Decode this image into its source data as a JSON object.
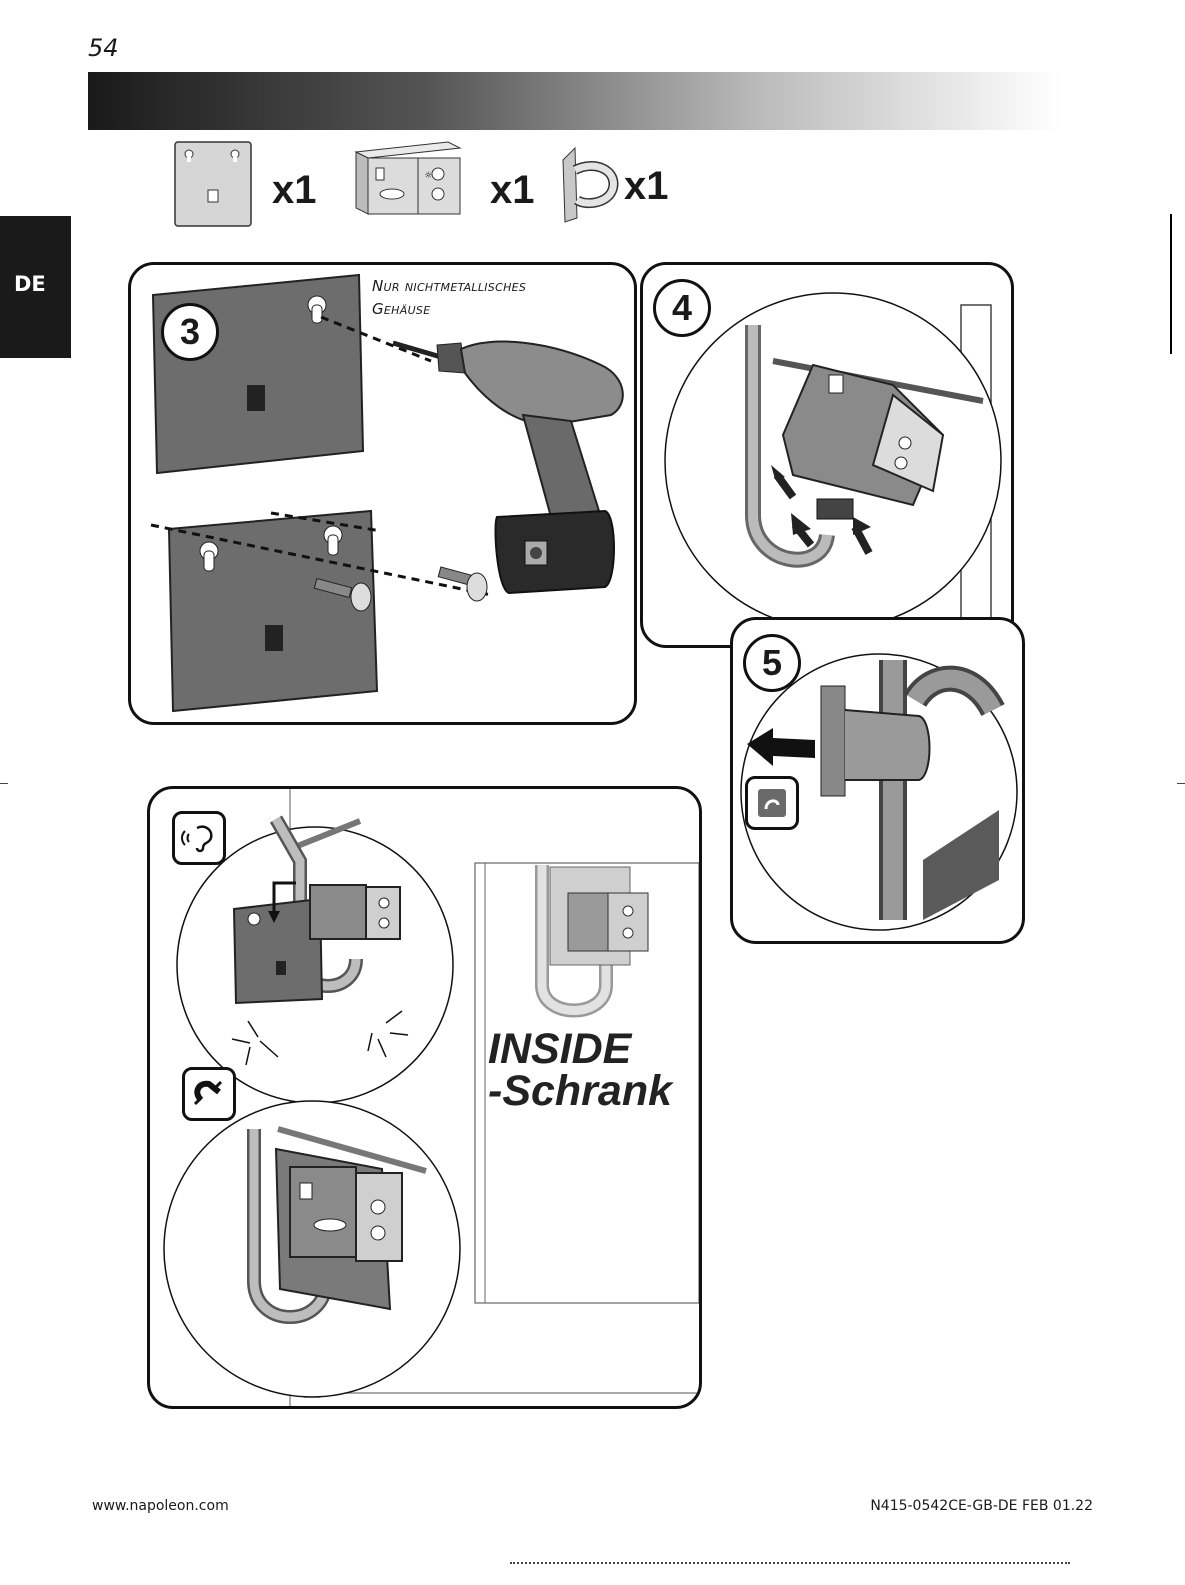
{
  "header": {
    "page_number": "54"
  },
  "lang_tab": {
    "label": "DE"
  },
  "parts": [
    {
      "name": "mounting-plate",
      "qty": "x1"
    },
    {
      "name": "control-box",
      "qty": "x1"
    },
    {
      "name": "wire-clip",
      "qty": "x1"
    }
  ],
  "steps": {
    "step3": {
      "number": "3",
      "note_line1": "Nur nichtmetallisches",
      "note_line2": "Gehäuse"
    },
    "step4": {
      "number": "4"
    },
    "step5": {
      "number": "5"
    }
  },
  "inside": {
    "line1": "INSIDE",
    "line2": "-Schrank"
  },
  "icons": [
    "drill-icon",
    "screw-icon",
    "ear-icon",
    "magnet-icon",
    "clip-icon",
    "arrow-icon"
  ],
  "footer": {
    "website": "www.napoleon.com",
    "doc_code": "N415-0542CE-GB-DE  FEB 01.22"
  }
}
